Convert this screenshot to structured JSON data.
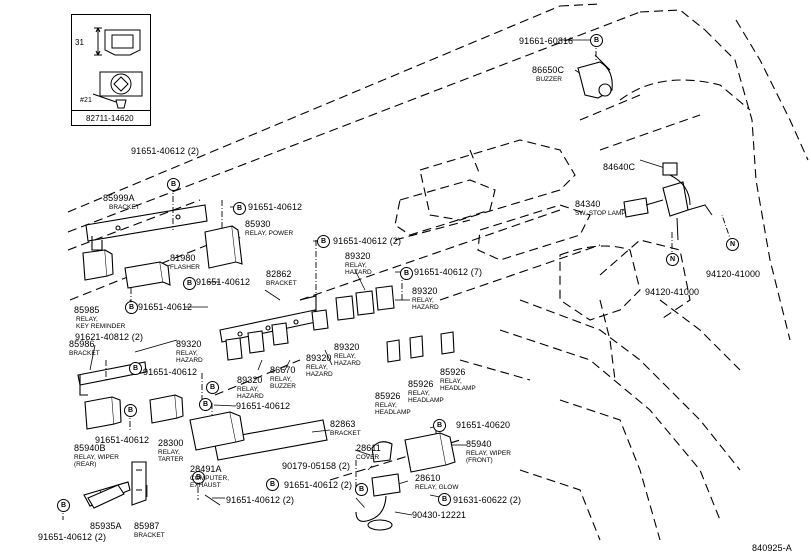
{
  "inset": {
    "dimension": "31",
    "callout": "#21",
    "part_no": "82711-14620"
  },
  "bubble_letters": {
    "bolt": "B",
    "nut": "N"
  },
  "parts": [
    {
      "id": "p1",
      "number": "91661-60816",
      "desc": []
    },
    {
      "id": "p2",
      "number": "86650C",
      "desc": [
        "BUZZER"
      ]
    },
    {
      "id": "p3",
      "number": "84640C",
      "desc": []
    },
    {
      "id": "p4",
      "number": "84340",
      "desc": [
        "SW, STOP LAMP"
      ]
    },
    {
      "id": "p5",
      "number": "94120-41000",
      "desc": []
    },
    {
      "id": "p6",
      "number": "94120-41000",
      "desc": []
    },
    {
      "id": "p7",
      "number": "91651-40612 (2)",
      "desc": []
    },
    {
      "id": "p8",
      "number": "85999A",
      "desc": [
        "BRACKET"
      ]
    },
    {
      "id": "p9",
      "number": "91651-40612",
      "desc": []
    },
    {
      "id": "p10",
      "number": "85930",
      "desc": [
        "RELAY, POWER"
      ]
    },
    {
      "id": "p11",
      "number": "91651-40612 (2)",
      "desc": []
    },
    {
      "id": "p12",
      "number": "81980",
      "desc": [
        "FLASHER"
      ]
    },
    {
      "id": "p13",
      "number": "91651-40612",
      "desc": []
    },
    {
      "id": "p14",
      "number": "91651-40612",
      "desc": []
    },
    {
      "id": "p15",
      "number": "85985",
      "desc": [
        "RELAY,",
        "KEY REMINDER"
      ]
    },
    {
      "id": "p16",
      "number": "82862",
      "desc": [
        "BRACKET"
      ]
    },
    {
      "id": "p17",
      "number": "89320",
      "desc": [
        "RELAY,",
        "HAZARD"
      ]
    },
    {
      "id": "p18",
      "number": "91651-40612 (7)",
      "desc": []
    },
    {
      "id": "p19",
      "number": "89320",
      "desc": [
        "RELAY,",
        "HAZARD"
      ]
    },
    {
      "id": "p20",
      "number": "91621-40812 (2)",
      "desc": []
    },
    {
      "id": "p21",
      "number": "85986",
      "desc": [
        "BRACKET"
      ]
    },
    {
      "id": "p22",
      "number": "89320",
      "desc": [
        "RELAY,",
        "HAZARD"
      ]
    },
    {
      "id": "p23",
      "number": "89320",
      "desc": [
        "RELAY,",
        "HAZARD"
      ]
    },
    {
      "id": "p24",
      "number": "86670",
      "desc": [
        "RELAY,",
        "BUZZER"
      ]
    },
    {
      "id": "p25",
      "number": "89320",
      "desc": [
        "RELAY,",
        "HAZARD"
      ]
    },
    {
      "id": "p26",
      "number": "91651-40612",
      "desc": []
    },
    {
      "id": "p27",
      "number": "85926",
      "desc": [
        "RELAY,",
        "HEADLAMP"
      ]
    },
    {
      "id": "p28",
      "number": "85926",
      "desc": [
        "RELAY,",
        "HEADLAMP"
      ]
    },
    {
      "id": "p29",
      "number": "85926",
      "desc": [
        "RELAY,",
        "HEADLAMP"
      ]
    },
    {
      "id": "p30",
      "number": "91651-40612",
      "desc": []
    },
    {
      "id": "p31",
      "number": "82863",
      "desc": [
        "BRACKET"
      ]
    },
    {
      "id": "p32",
      "number": "91651-40620",
      "desc": []
    },
    {
      "id": "p33",
      "number": "85940B",
      "desc": [
        "RELAY, WIPER",
        "(REAR)"
      ]
    },
    {
      "id": "p34",
      "number": "91651-40612",
      "desc": []
    },
    {
      "id": "p35",
      "number": "28300",
      "desc": [
        "RELAY,",
        "TARTER"
      ]
    },
    {
      "id": "p36",
      "number": "28611",
      "desc": [
        "COVER"
      ]
    },
    {
      "id": "p37",
      "number": "85940",
      "desc": [
        "RELAY, WIPER",
        "(FRONT)"
      ]
    },
    {
      "id": "p38",
      "number": "28491A",
      "desc": [
        "COMPUTER,",
        "EXHAUST"
      ]
    },
    {
      "id": "p39",
      "number": "90179-05158 (2)",
      "desc": []
    },
    {
      "id": "p40",
      "number": "28610",
      "desc": [
        "RELAY, GLOW"
      ]
    },
    {
      "id": "p41",
      "number": "91651-40612 (2)",
      "desc": []
    },
    {
      "id": "p42",
      "number": "91651-40612 (2)",
      "desc": []
    },
    {
      "id": "p43",
      "number": "91631-60622 (2)",
      "desc": []
    },
    {
      "id": "p44",
      "number": "90430-12221",
      "desc": []
    },
    {
      "id": "p45",
      "number": "91651-40612 (2)",
      "desc": []
    },
    {
      "id": "p46",
      "number": "85935A",
      "desc": []
    },
    {
      "id": "p47",
      "number": "85987",
      "desc": [
        "BRACKET"
      ]
    }
  ],
  "drawing_id": "840925-A"
}
